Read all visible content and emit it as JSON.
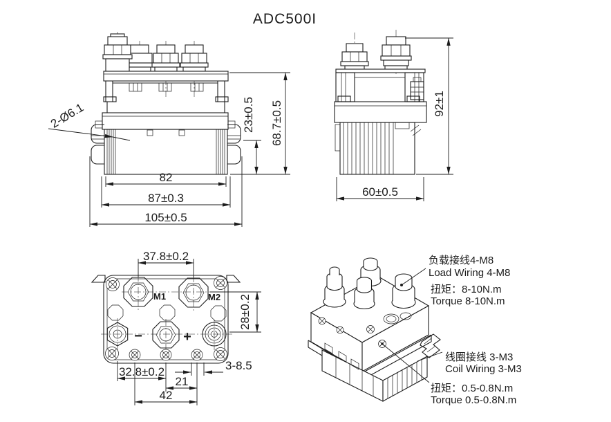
{
  "title": "ADC500I",
  "colors": {
    "line": "#1c1c1c",
    "background": "#ffffff"
  },
  "front_view": {
    "callout_holes": "2-Ø6.1",
    "dim_upper_height": "23±0.5",
    "dim_total_height": "68.7±0.5",
    "dim_width_fins": "82",
    "dim_width_body": "87±0.3",
    "dim_width_overall": "105±0.5"
  },
  "side_view": {
    "dim_height": "92±1",
    "dim_depth": "60±0.5"
  },
  "bottom_view": {
    "label_m1": "M1",
    "label_m2": "M2",
    "label_minus": "−",
    "label_plus": "+",
    "dim_terminal_pitch": "37.8±0.2",
    "dim_row_pitch": "28±0.2",
    "callout_holes": "3-8.5",
    "dim_hole_left": "32.8±0.2",
    "dim_hole_mid": "21",
    "dim_hole_outer": "42"
  },
  "iso_view": {
    "load_wiring_zh": "负载接线4-M8",
    "load_wiring_en": "Load Wiring 4-M8",
    "load_torque_zh": "扭矩：8-10N.m",
    "load_torque_en": "Torque 8-10N.m",
    "coil_wiring_zh": "线圈接线 3-M3",
    "coil_wiring_en": "Coil Wiring 3-M3",
    "coil_torque_zh": "扭矩：0.5-0.8N.m",
    "coil_torque_en": "Torque 0.5-0.8N.m"
  }
}
